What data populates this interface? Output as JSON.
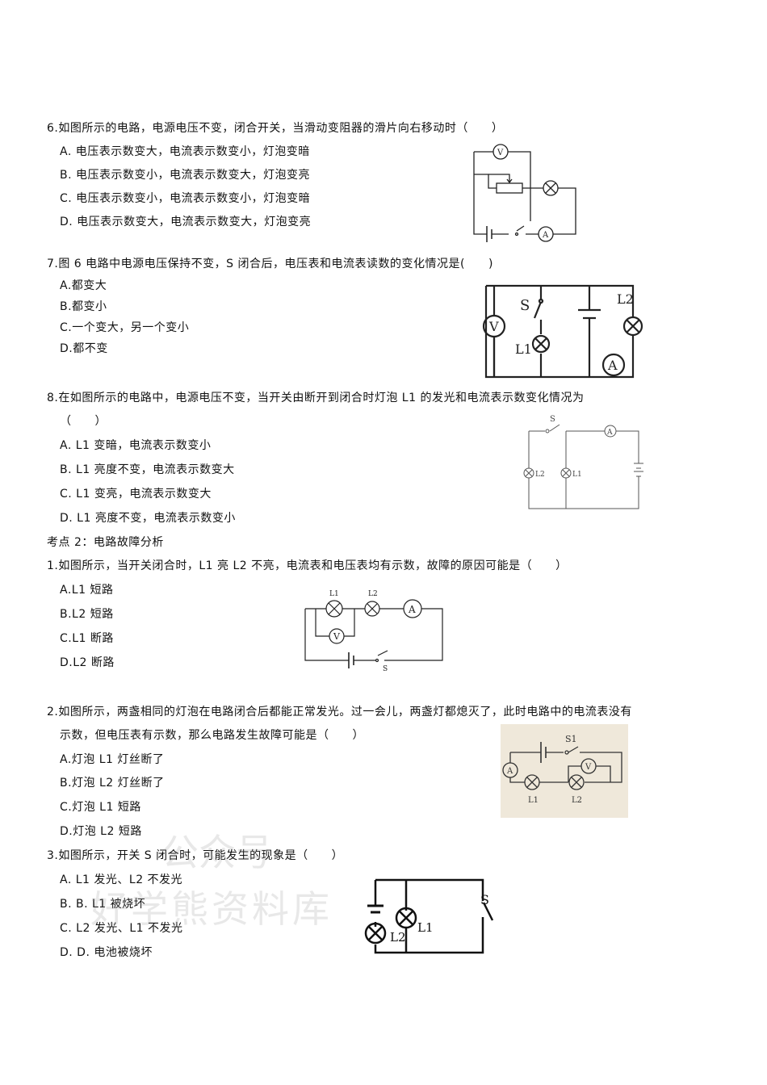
{
  "q6": {
    "stem": "6.如图所示的电路，电源电压不变，闭合开关，当滑动变阻器的滑片向右移动时（　　）",
    "options": [
      "A. 电压表示数变大，电流表示数变小，灯泡变暗",
      "B. 电压表示数变小，电流表示数变大，灯泡变亮",
      "C. 电压表示数变小，电流表示数变小，灯泡变暗",
      "D. 电压表示数变大，电流表示数变大，灯泡变亮"
    ],
    "fig": {
      "v": "V",
      "a": "A"
    }
  },
  "q7": {
    "stem": "7.图 6 电路中电源电压保持不变，S 闭合后，电压表和电流表读数的变化情况是(　　)",
    "options": [
      "A.都变大",
      "B.都变小",
      "C.一个变大，另一个变小",
      "D.都不变"
    ],
    "fig": {
      "s": "S",
      "l1": "L1",
      "l2": "L2",
      "v": "V",
      "a": "A"
    }
  },
  "q8": {
    "stem": "8.在如图所示的电路中，电源电压不变，当开关由断开到闭合时灯泡 L1 的发光和电流表示数变化情况为",
    "paren": "（　　）",
    "options": [
      "A. L1 变暗，电流表示数变小",
      "B. L1 亮度不变，电流表示数变大",
      "C. L1 变亮，电流表示数变大",
      "D. L1 亮度不变，电流表示数变小"
    ],
    "fig": {
      "s": "S",
      "l1": "L1",
      "l2": "L2",
      "a": "A"
    }
  },
  "section": "考点 2：电路故障分析",
  "f1": {
    "stem": "1.如图所示，当开关闭合时，L1 亮 L2 不亮，电流表和电压表均有示数，故障的原因可能是（　　）",
    "options": [
      "A.L1 短路",
      "B.L2 短路",
      "C.L1 断路",
      "D.L2 断路"
    ],
    "fig": {
      "l1": "L1",
      "l2": "L2",
      "a": "A",
      "v": "V",
      "s": "S"
    }
  },
  "f2": {
    "stem": "2.如图所示，两盏相同的灯泡在电路闭合后都能正常发光。过一会儿，两盏灯都熄灭了，此时电路中的电流表没有",
    "stem2": "示数，但电压表有示数，那么电路发生故障可能是（　　）",
    "options": [
      "A.灯泡 L1 灯丝断了",
      "B.灯泡 L2 灯丝断了",
      "C.灯泡 L1 短路",
      "D.灯泡 L2 短路"
    ],
    "fig": {
      "s": "S1",
      "a": "A",
      "v": "V",
      "l1": "L1",
      "l2": "L2"
    }
  },
  "f3": {
    "stem": "3.如图所示，开关 S 闭合时，可能发生的现象是（　　）",
    "options": [
      "A. L1 发光、L2 不发光",
      "B. B. L1 被烧坏",
      "C. L2 发光、L1 不发光",
      "D. D. 电池被烧坏"
    ],
    "fig": {
      "s": "S",
      "l1": "L1",
      "l2": "L2"
    }
  },
  "watermark": [
    "公众号",
    "好学熊资料库"
  ]
}
